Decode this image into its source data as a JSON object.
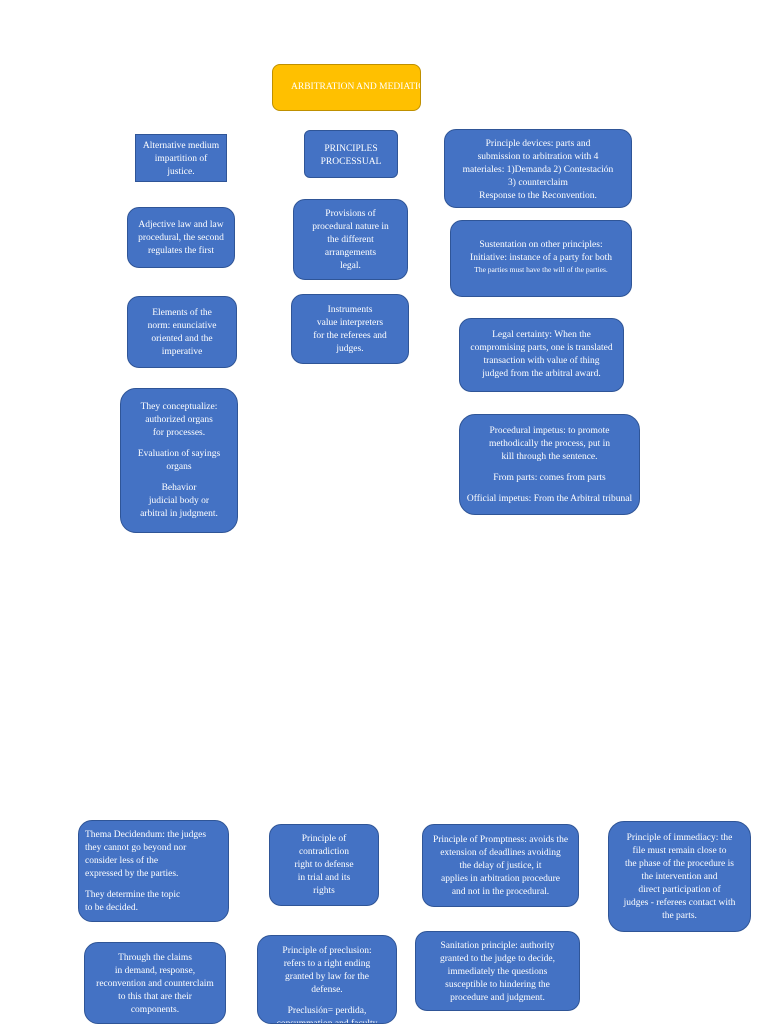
{
  "title": "ARBITRATION AND MEDIATION",
  "nodes": {
    "alt_medium": [
      "Alternative medium\nimpartition of\njustice."
    ],
    "principles_processual": [
      "PRINCIPLES\nPROCESSUAL"
    ],
    "principle_devices": [
      "Principle devices: parts and\nsubmission to arbitration with 4\nmateriales: 1)Demanda 2) Contestación\n3) counterclaim\nResponse to the Reconvention."
    ],
    "adjective_law": [
      "Adjective law and law\nprocedural, the second\nregulates the first"
    ],
    "provisions": [
      "Provisions of\nprocedural nature in\nthe different\narrangements\nlegal."
    ],
    "sustentation": [
      "Sustentation on other principles:\nInitiative: instance of a party for both"
    ],
    "sustentation_small": "The parties must have the will of the parties.",
    "elements": [
      "Elements of the\nnorm: enunciative\noriented and the\nimperative"
    ],
    "instruments": [
      "Instruments\nvalue interpreters\nfor the referees and\njudges."
    ],
    "legal_certainty": [
      "Legal certainty: When the\ncompromising parts, one is translated\ntransaction with value of thing\njudged from the arbitral award."
    ],
    "conceptualize": [
      "They conceptualize:\nauthorized organs\nfor processes.",
      "Evaluation of sayings\norgans",
      "Behavior\njudicial body or\narbitral in judgment."
    ],
    "procedural_impetus": [
      "Procedural impetus: to promote\nmethodically the process, put in\nkill through the sentence.",
      "From parts: comes from parts",
      "Official impetus: From the Arbitral tribunal"
    ],
    "thema": [
      "Thema Decidendum: the judges\nthey cannot go beyond nor\nconsider less of the\nexpressed by the parties.",
      "They determine the topic\nto be decided."
    ],
    "contradiction": [
      "Principle of\ncontradiction\nright to defense\nin trial and its\nrights"
    ],
    "promptness": [
      "Principle of Promptness: avoids the\nextension of deadlines avoiding\nthe delay of justice, it\napplies in arbitration procedure\nand not in the procedural."
    ],
    "immediacy": [
      "Principle of immediacy: the\nfile must remain close to\nthe phase of the procedure is\nthe intervention and\ndirect participation of\njudges - referees contact with\nthe parts."
    ],
    "claims": [
      "Through the claims\nin demand, response,\nreconvention and counterclaim\nto this that are their\ncomponents."
    ],
    "preclusion": [
      "Principle of preclusion:\nrefers to a right ending\ngranted by law for the\ndefense.",
      "Preclusión= perdida,\nconsummation and faculty"
    ],
    "sanitation": [
      "Sanitation principle: authority\ngranted to the judge to decide,\nimmediately the questions\nsusceptible to hindering the\nprocedure and judgment."
    ]
  }
}
